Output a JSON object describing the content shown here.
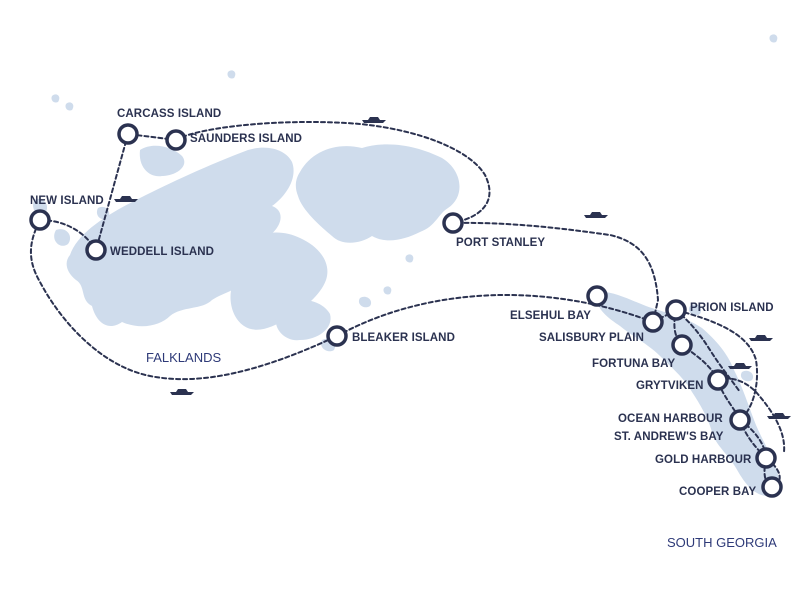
{
  "colors": {
    "land": "#cfdcec",
    "route": "#2b3250",
    "region": "#2e3a78",
    "background": "#ffffff"
  },
  "regions": {
    "falklands": "FALKLANDS",
    "south_georgia": "SOUTH GEORGIA"
  },
  "stops": {
    "carcass": "CARCASS ISLAND",
    "saunders": "SAUNDERS ISLAND",
    "new_island": "NEW ISLAND",
    "weddell": "WEDDELL ISLAND",
    "port_stanley": "PORT STANLEY",
    "bleaker": "BLEAKER ISLAND",
    "elsehul": "ELSEHUL BAY",
    "prion": "PRION ISLAND",
    "salisbury": "SALISBURY PLAIN",
    "fortuna": "FORTUNA BAY",
    "grytviken": "GRYTVIKEN",
    "ocean_harbour": "OCEAN HARBOUR",
    "st_andrews": "ST. ANDREW'S BAY",
    "gold_harbour": "GOLD HARBOUR",
    "cooper": "COOPER BAY"
  },
  "icons": {
    "ship": "ship-icon",
    "stop": "route-stop-marker"
  }
}
